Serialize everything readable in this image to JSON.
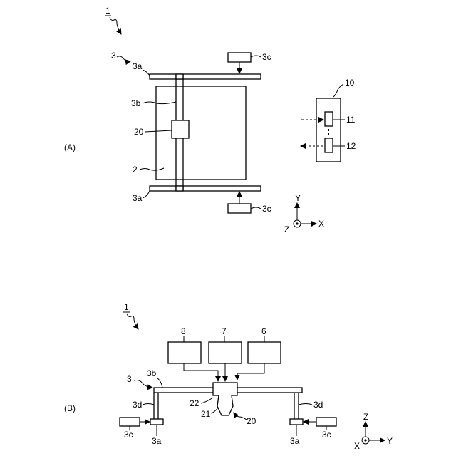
{
  "figure_a": {
    "panel_label": "(A)",
    "ref_1": "1",
    "ref_3": "3",
    "ref_3a_top": "3a",
    "ref_3a_bottom": "3a",
    "ref_3b": "3b",
    "ref_3c_top": "3c",
    "ref_3c_bottom": "3c",
    "ref_20": "20",
    "ref_2": "2",
    "ref_10": "10",
    "ref_11": "11",
    "ref_12": "12",
    "axis_y": "Y",
    "axis_x": "X",
    "axis_z": "Z"
  },
  "figure_b": {
    "panel_label": "(B)",
    "ref_1": "1",
    "ref_8": "8",
    "ref_7": "7",
    "ref_6": "6",
    "ref_3": "3",
    "ref_3b": "3b",
    "ref_3d_left": "3d",
    "ref_3d_right": "3d",
    "ref_22": "22",
    "ref_21": "21",
    "ref_20": "20",
    "ref_3c_left": "3c",
    "ref_3c_right": "3c",
    "ref_3a_left": "3a",
    "ref_3a_right": "3a",
    "axis_z": "Z",
    "axis_x": "X",
    "axis_y": "Y"
  }
}
